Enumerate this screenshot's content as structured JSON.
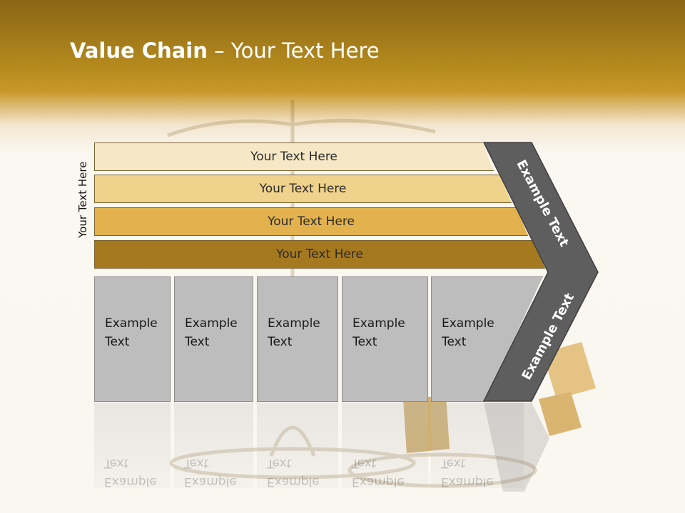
{
  "title": {
    "bold": "Value Chain",
    "rest": " – Your Text Here"
  },
  "side_label": "Your Text Here",
  "bars": [
    "Your Text Here",
    "Your Text Here",
    "Your Text Here",
    "Your Text Here"
  ],
  "boxes": [
    {
      "line1": "Example",
      "line2": "Text"
    },
    {
      "line1": "Example",
      "line2": "Text"
    },
    {
      "line1": "Example",
      "line2": "Text"
    },
    {
      "line1": "Example",
      "line2": "Text"
    },
    {
      "line1": "Example",
      "line2": "Text"
    }
  ],
  "chevron": {
    "top": "Example Text",
    "bottom": "Example Text"
  },
  "colors": {
    "bar1": "#f6e8c6",
    "bar2": "#efd28b",
    "bar3": "#e3b24e",
    "bar4": "#a5791f",
    "box": "#bdbdbd",
    "chevron": "#5e5e5e"
  }
}
